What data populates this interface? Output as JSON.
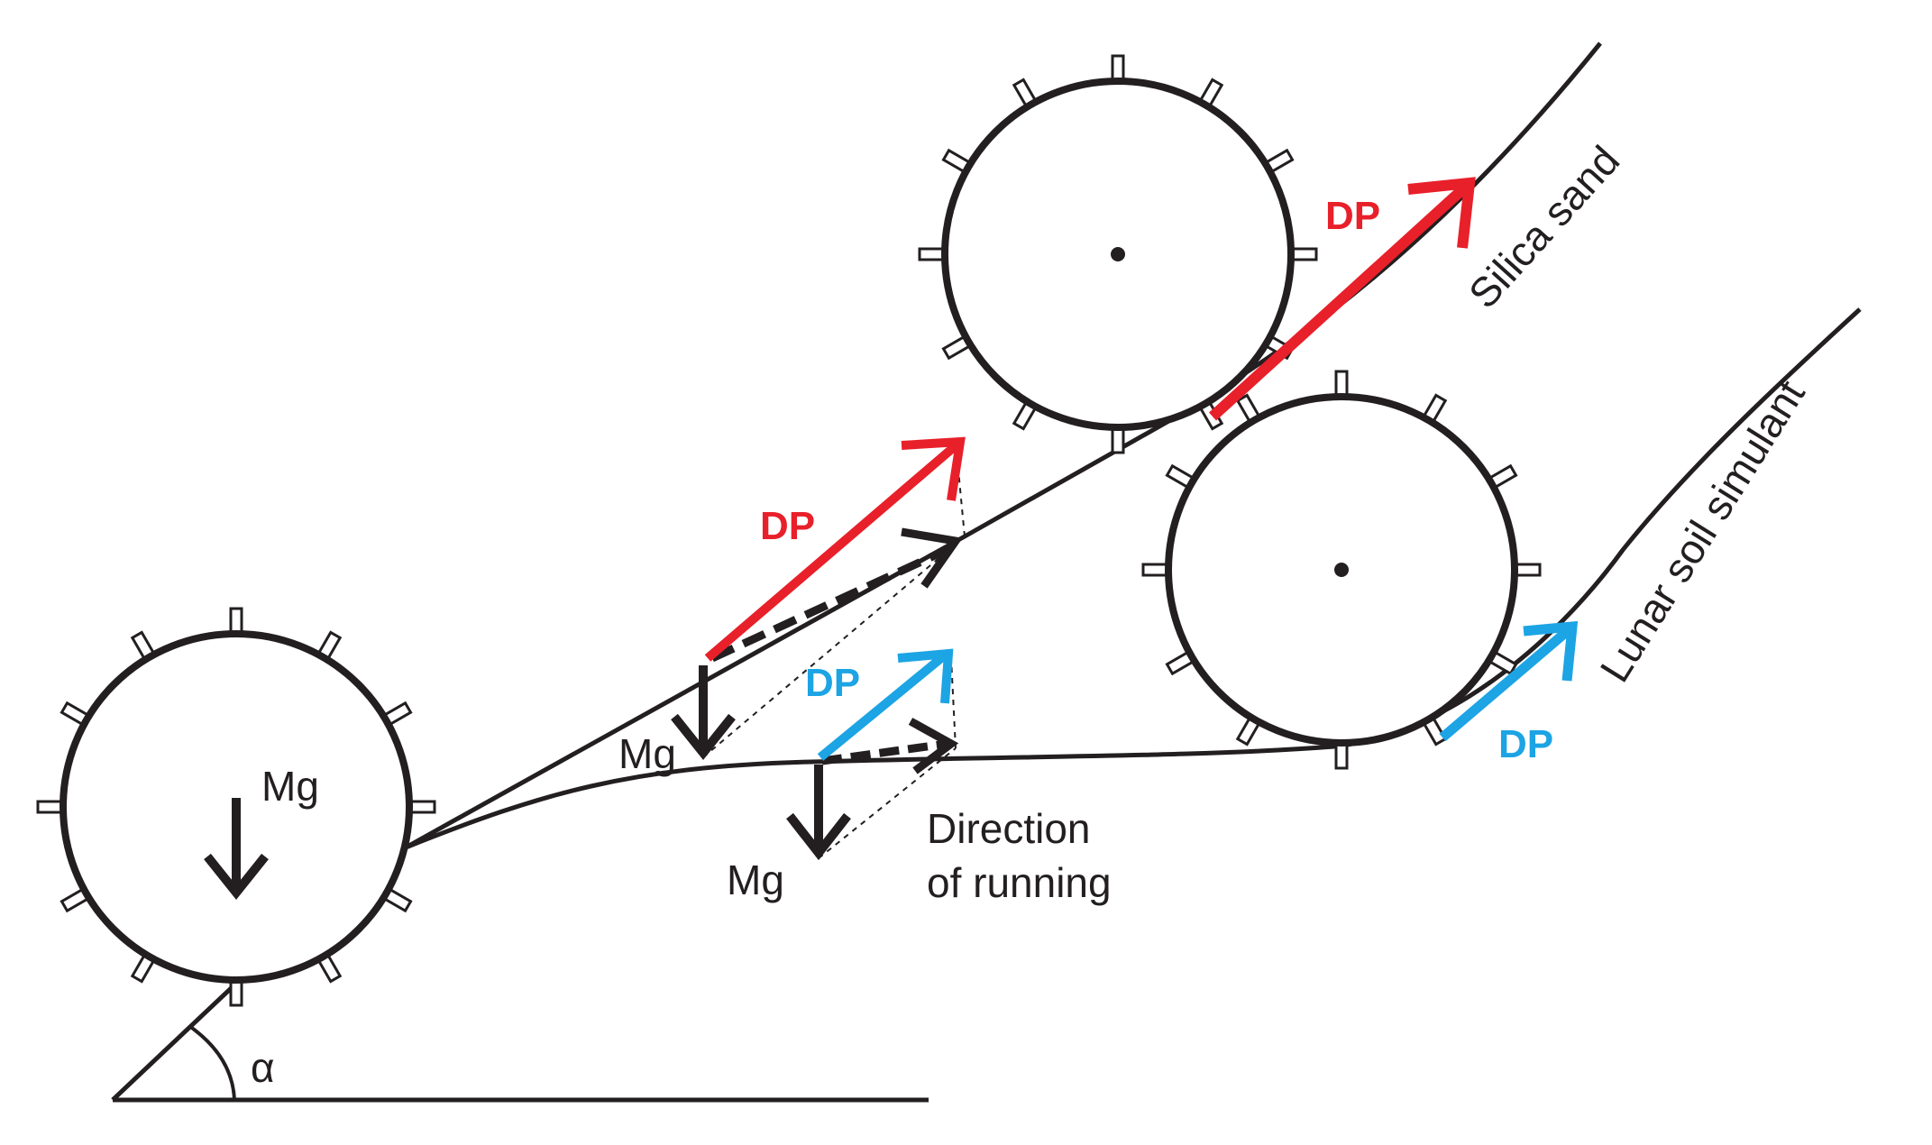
{
  "labels": {
    "mg": "Mg",
    "dp": "DP",
    "alpha": "α",
    "direction_line1": "Direction",
    "direction_line2": "of running",
    "silica_sand": "Silica sand",
    "lunar_soil": "Lunar soil simulant"
  },
  "colors": {
    "ink": "#231f20",
    "dp_silica": "#e8202a",
    "dp_lunar": "#1ca4e4"
  }
}
